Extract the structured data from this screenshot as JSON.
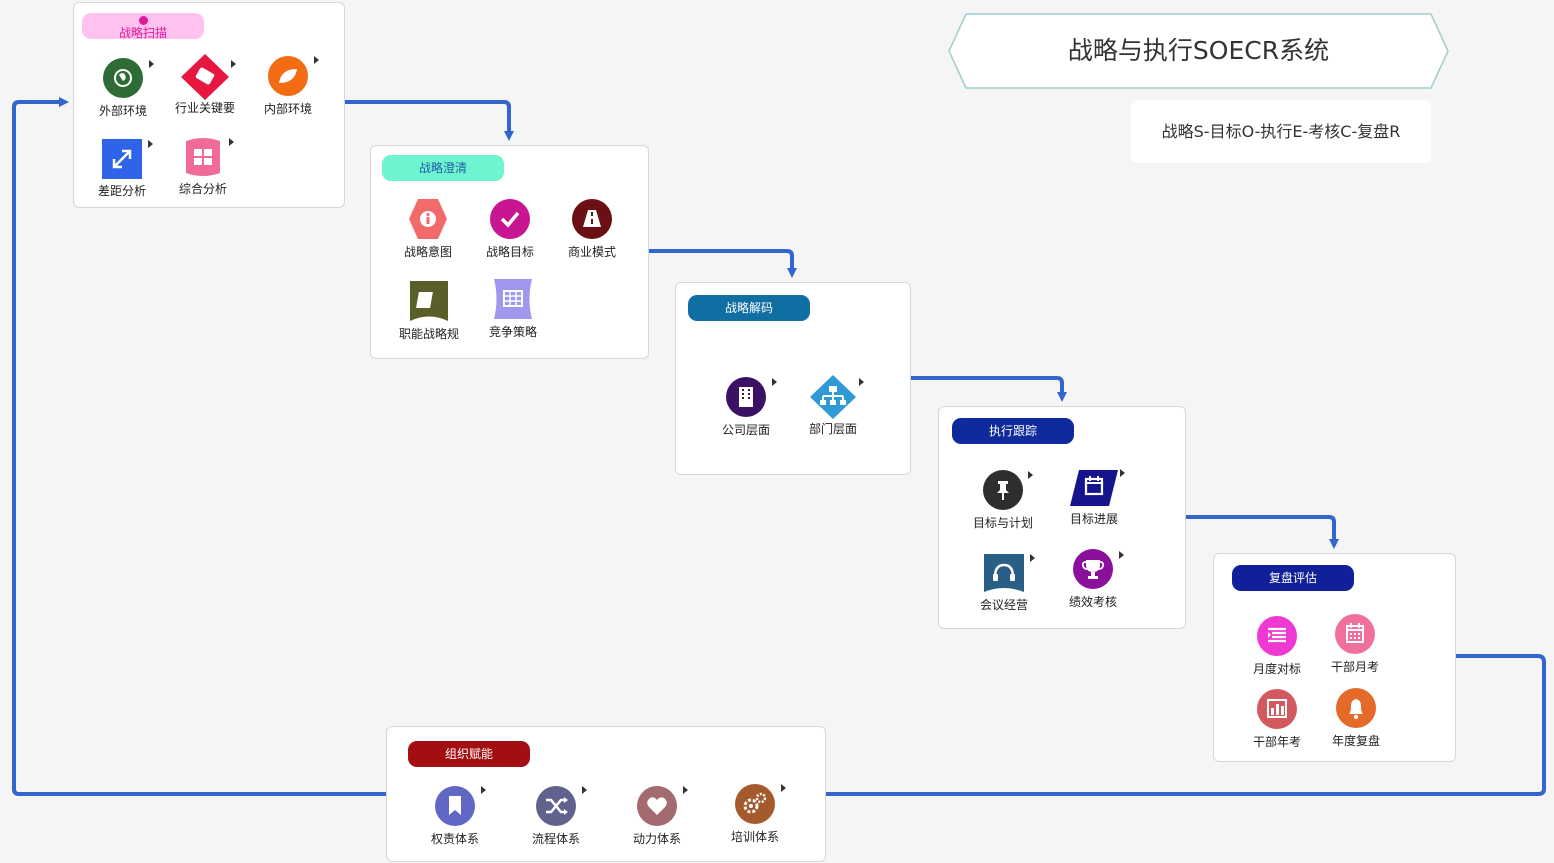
{
  "title": "战略与执行SOECR系统",
  "subtitle": "战略S-目标O-执行E-考核C-复盘R",
  "colors": {
    "connector": "#3366cc",
    "card_border": "#d7d7d7"
  },
  "stages": [
    {
      "name": "战略扫描",
      "pill_bg": "#ffc2ee",
      "pill_fg": "#e0189c",
      "items": [
        {
          "label": "外部环境",
          "icon": "globe-icon",
          "color": "#2f6b35"
        },
        {
          "label": "行业关键要",
          "icon": "tag-icon",
          "color": "#e8173f"
        },
        {
          "label": "内部环境",
          "icon": "leaf-icon",
          "color": "#f36b12"
        },
        {
          "label": "差距分析",
          "icon": "expand-arrows-icon",
          "color": "#2f63e8"
        },
        {
          "label": "综合分析",
          "icon": "grid-icon",
          "color": "#f06b9a"
        }
      ]
    },
    {
      "name": "战略澄清",
      "pill_bg": "#6ef5cf",
      "pill_fg": "#1f5fa8",
      "items": [
        {
          "label": "战略意图",
          "icon": "info-icon",
          "color": "#f26a6a"
        },
        {
          "label": "战略目标",
          "icon": "check-icon",
          "color": "#c81591"
        },
        {
          "label": "商业模式",
          "icon": "road-icon",
          "color": "#6a0f12"
        },
        {
          "label": "职能战略规",
          "icon": "book-icon",
          "color": "#5a5f2a"
        },
        {
          "label": "竞争策略",
          "icon": "table-icon",
          "color": "#9f98ee"
        }
      ]
    },
    {
      "name": "战略解码",
      "pill_bg": "#106ea3",
      "pill_fg": "#ffffff",
      "items": [
        {
          "label": "公司层面",
          "icon": "building-icon",
          "color": "#3b1164"
        },
        {
          "label": "部门层面",
          "icon": "org-chart-icon",
          "color": "#2f9ad6"
        }
      ]
    },
    {
      "name": "执行跟踪",
      "pill_bg": "#0e2a9c",
      "pill_fg": "#ffffff",
      "items": [
        {
          "label": "目标与计划",
          "icon": "pin-icon",
          "color": "#2e2e2e"
        },
        {
          "label": "目标进展",
          "icon": "calendar-icon",
          "color": "#16148c"
        },
        {
          "label": "会议经营",
          "icon": "headset-icon",
          "color": "#2a5f85"
        },
        {
          "label": "绩效考核",
          "icon": "trophy-icon",
          "color": "#8a0f9a"
        }
      ]
    },
    {
      "name": "复盘评估",
      "pill_bg": "#10209a",
      "pill_fg": "#ffffff",
      "items": [
        {
          "label": "月度对标",
          "icon": "list-icon",
          "color": "#ee3ad2"
        },
        {
          "label": "干部月考",
          "icon": "calendar-icon",
          "color": "#f06f9c"
        },
        {
          "label": "干部年考",
          "icon": "bar-chart-icon",
          "color": "#d25a5f"
        },
        {
          "label": "年度复盘",
          "icon": "bell-icon",
          "color": "#e56a2a"
        }
      ]
    },
    {
      "name": "组织赋能",
      "pill_bg": "#a30e10",
      "pill_fg": "#ffffff",
      "items": [
        {
          "label": "权责体系",
          "icon": "bookmark-icon",
          "color": "#6167c4"
        },
        {
          "label": "流程体系",
          "icon": "shuffle-icon",
          "color": "#61638f"
        },
        {
          "label": "动力体系",
          "icon": "heart-icon",
          "color": "#a36a6f"
        },
        {
          "label": "培训体系",
          "icon": "gears-icon",
          "color": "#a45a2c"
        }
      ]
    }
  ]
}
